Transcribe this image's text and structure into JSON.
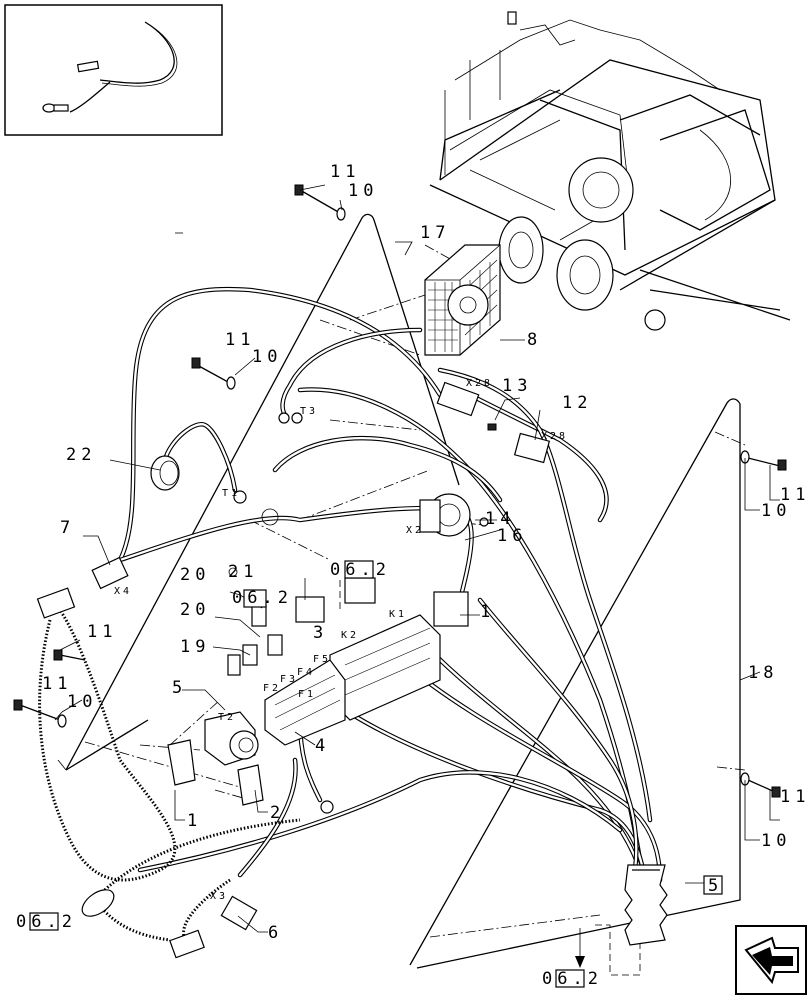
{
  "callouts": {
    "c1a": "1",
    "c1b": "1",
    "c2": "2",
    "c4": "4",
    "c5": "5",
    "c6": "6",
    "c7": "7",
    "c8": "8",
    "c10a": "10",
    "c10b": "10",
    "c10c": "10",
    "c10d": "10",
    "c10e": "10",
    "c11a": "11",
    "c11b": "11",
    "c11c": "11",
    "c11d": "11",
    "c11e": "11",
    "c12": "12",
    "c13": "13",
    "c14": "14",
    "c16": "16",
    "c17": "17",
    "c18": "18",
    "c19": "19",
    "c20a": "20",
    "c20b": "20",
    "c21": "21",
    "c22": "22",
    "c3": "3"
  },
  "references": {
    "r1": "06.2",
    "r2": "06.2",
    "r3": "06.2",
    "r4": "06.2",
    "box5": "5"
  },
  "connectors": {
    "x28a": "X28",
    "x28b": "X28",
    "x4": "X4",
    "x3": "X3",
    "x2": "X2",
    "t3": "T3",
    "t1": "T1",
    "t2": "T2",
    "k1": "K1",
    "k2": "K2",
    "f1": "F1",
    "f2": "F2",
    "f3": "F3",
    "f4": "F4",
    "f5": "F5"
  },
  "icons": {
    "next": "next-page-arrow-icon"
  }
}
